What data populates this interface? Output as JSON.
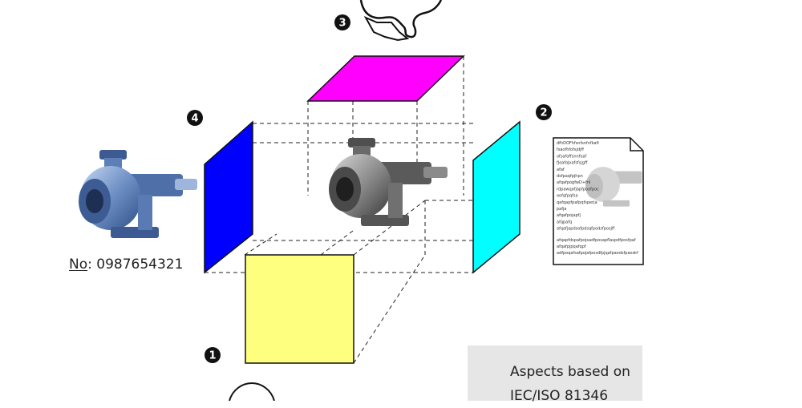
{
  "part": {
    "no_prefix": "No",
    "no_separator": ": ",
    "no_value": "0987654321"
  },
  "aspects": {
    "line1": "Aspects based on",
    "line2": "IEC/ISO 81346"
  },
  "markers": [
    "1",
    "2",
    "3",
    "4"
  ],
  "faces": {
    "function_color": "#ffff7f",
    "product_color": "#00ffff",
    "location_color": "#ff00ff",
    "type_color": "#0000ff"
  },
  "document": {
    "lines": [
      "dfhDOFhfsnfsnfnfkafi",
      "fsaofhfofsjdjff",
      "ofsafoffsnnfoaf",
      "fJoafoJxafsfsjgff",
      "afaf",
      "dsfpaqfpjhpn",
      "afqafpogfwD+fnl",
      "rdpawqafjapfpoafpoc",
      "oofqfpqfsa",
      "qafqapfpafpqfsperja",
      "pafja",
      "afqafpojapfj",
      "afqpafq",
      "afqafjapdsofpdsqfpodsfposjff",
      "",
      "afqapfdspafpojsadfposapflaspdfposfpaf",
      "afqafpjpqafqpf",
      "adfpoqafsafpojafposdfpjqafpaodsfpaoskf"
    ]
  }
}
